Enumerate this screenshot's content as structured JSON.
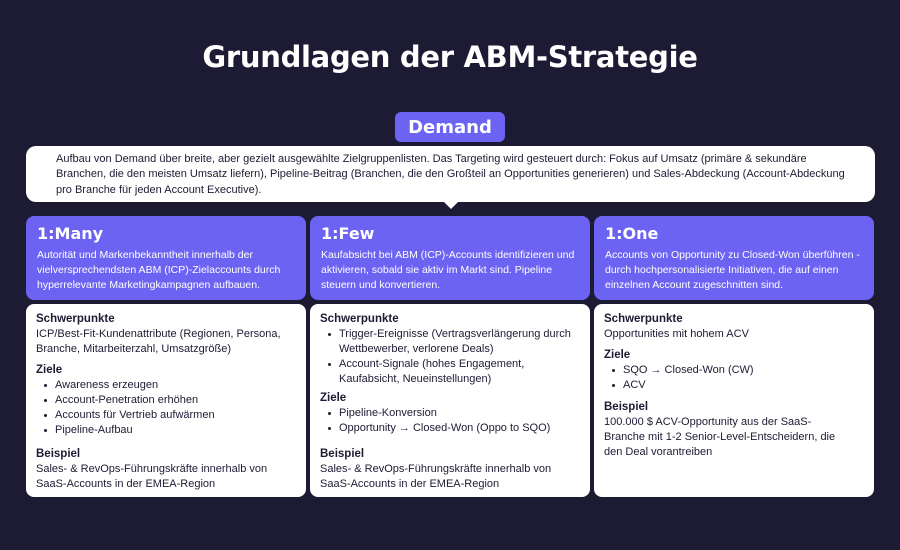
{
  "title": "Grundlagen der ABM-Strategie",
  "demand": {
    "label": "Demand",
    "text": "Aufbau von Demand über breite, aber gezielt ausgewählte Zielgruppenlisten. Das Targeting wird gesteuert durch: Fokus auf Umsatz (primäre & sekundäre Branchen, die den meisten Umsatz liefern), Pipeline-Beitrag (Branchen, die den Großteil an Opportunities generieren) und Sales-Abdeckung (Account-Abdeckung pro Branche für jeden Account Executive)."
  },
  "columns": [
    {
      "title": "1:Many",
      "description": "Autorität und Markenbekanntheit innerhalb der vielversprechendsten ABM (ICP)-Zielaccounts durch hyperrelevante Marketingkampagnen aufbauen.",
      "focus_title": "Schwerpunkte",
      "focus_text": "ICP/Best-Fit-Kundenattribute (Regionen, Persona, Branche, Mitarbeiterzahl, Umsatzgröße)",
      "goals_title": "Ziele",
      "goals": [
        "Awareness erzeugen",
        "Account-Penetration erhöhen",
        "Accounts für Vertrieb aufwärmen",
        "Pipeline-Aufbau"
      ],
      "example_title": "Beispiel",
      "example_text": "Sales- & RevOps-Führungskräfte innerhalb von SaaS-Accounts in der EMEA-Region"
    },
    {
      "title": "1:Few",
      "description": "Kaufabsicht bei ABM (ICP)-Accounts identifizieren und aktivieren, sobald sie aktiv im Markt sind. Pipeline steuern und konvertieren.",
      "focus_title": "Schwerpunkte",
      "focus": [
        "Trigger-Ereignisse (Vertragsverlängerung durch Wettbewerber, verlorene Deals)",
        "Account-Signale (hohes Engagement, Kaufabsicht, Neueinstellungen)"
      ],
      "goals_title": "Ziele",
      "goals": [
        "Pipeline-Konversion",
        "Opportunity → Closed-Won (Oppo to SQO)"
      ],
      "example_title": "Beispiel",
      "example_text": "Sales- & RevOps-Führungskräfte innerhalb von SaaS-Accounts in der EMEA-Region"
    },
    {
      "title": "1:One",
      "description": "Accounts von Opportunity zu Closed-Won überführen - durch hochpersonalisierte Initiativen, die auf einen einzelnen Account zugeschnitten sind.",
      "focus_title": "Schwerpunkte",
      "focus_text": "Opportunities mit hohem ACV",
      "goals_title": "Ziele",
      "goals": [
        "SQO → Closed-Won (CW)",
        "ACV"
      ],
      "example_title": "Beispiel",
      "example_text": "100.000 $ ACV-Opportunity aus der SaaS-Branche mit 1-2 Senior-Level-Entscheidern, die den Deal vorantreiben"
    }
  ],
  "colors": {
    "background": "#1c1b33",
    "accent": "#6c63f2",
    "card": "#ffffff"
  }
}
